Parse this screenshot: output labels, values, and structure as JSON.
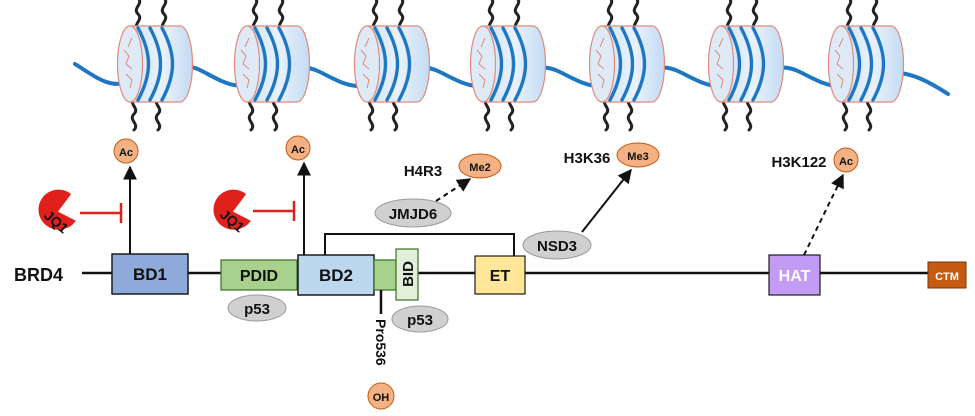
{
  "protein": "BRD4",
  "domains": {
    "bd1": "BD1",
    "pdid": "PDID",
    "bd2": "BD2",
    "bid": "BID",
    "et": "ET",
    "hat": "HAT",
    "ctm": "CTM"
  },
  "binders": {
    "p53_left": "p53",
    "p53_right": "p53",
    "jmjd6": "JMJD6",
    "nsd3": "NSD3"
  },
  "inhibitors": {
    "jq1_left": "JQ1",
    "jq1_right": "JQ1"
  },
  "marks": {
    "ac_left": "Ac",
    "ac_mid": "Ac",
    "ac_right": "Ac",
    "me2": "Me2",
    "me3": "Me3",
    "oh": "OH"
  },
  "sites": {
    "h4r3": "H4R3",
    "h3k36": "H3K36",
    "h3k122": "H3K122",
    "pro536": "Pro536"
  },
  "colors": {
    "bd_blue": "#8eaadb",
    "bd2_blue": "#bdd7ee",
    "pdid_green": "#a9d18e",
    "bid_green": "#e2efda",
    "et_yellow": "#ffe699",
    "hat_purple": "#c39bf5",
    "ctm_brown": "#c55a11",
    "mark_orange": "#f4b183",
    "gray_oval": "#d0d0d0",
    "dna_blue": "#1f77c4",
    "inhibitor_red": "#e0201b"
  }
}
